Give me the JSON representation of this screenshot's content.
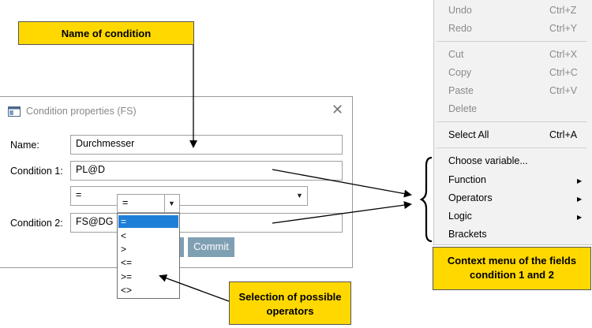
{
  "dialog": {
    "title": "Condition properties (FS)",
    "close_glyph": "✕",
    "name_label": "Name:",
    "name_value": "Durchmesser",
    "cond1_label": "Condition 1:",
    "cond1_value": "PL@D",
    "operator_value": "=",
    "cond2_label": "Condition 2:",
    "cond2_value": "FS@DG",
    "commit_label": "Commit"
  },
  "operator_dropdown": {
    "selected": "=",
    "arrow_glyph": "▼",
    "options": [
      "=",
      "<",
      ">",
      "<=",
      ">=",
      "<>"
    ]
  },
  "context_menu": {
    "undo": {
      "label": "Undo",
      "shortcut": "Ctrl+Z"
    },
    "redo": {
      "label": "Redo",
      "shortcut": "Ctrl+Y"
    },
    "cut": {
      "label": "Cut",
      "shortcut": "Ctrl+X"
    },
    "copy": {
      "label": "Copy",
      "shortcut": "Ctrl+C"
    },
    "paste": {
      "label": "Paste",
      "shortcut": "Ctrl+V"
    },
    "delete": {
      "label": "Delete"
    },
    "select_all": {
      "label": "Select All",
      "shortcut": "Ctrl+A"
    },
    "choose_variable": {
      "label": "Choose variable..."
    },
    "function": {
      "label": "Function"
    },
    "operators": {
      "label": "Operators"
    },
    "logic": {
      "label": "Logic"
    },
    "brackets": {
      "label": "Brackets"
    },
    "submenu_glyph": "▶"
  },
  "callouts": {
    "name_of_condition": "Name of condition",
    "selection_operators": "Selection of possible operators",
    "context_menu_fields": "Context menu  of the fields condition 1 and 2"
  },
  "colors": {
    "callout": "#ffd800",
    "selection": "#1e7fd8",
    "commit_button": "#7f9fb3"
  }
}
